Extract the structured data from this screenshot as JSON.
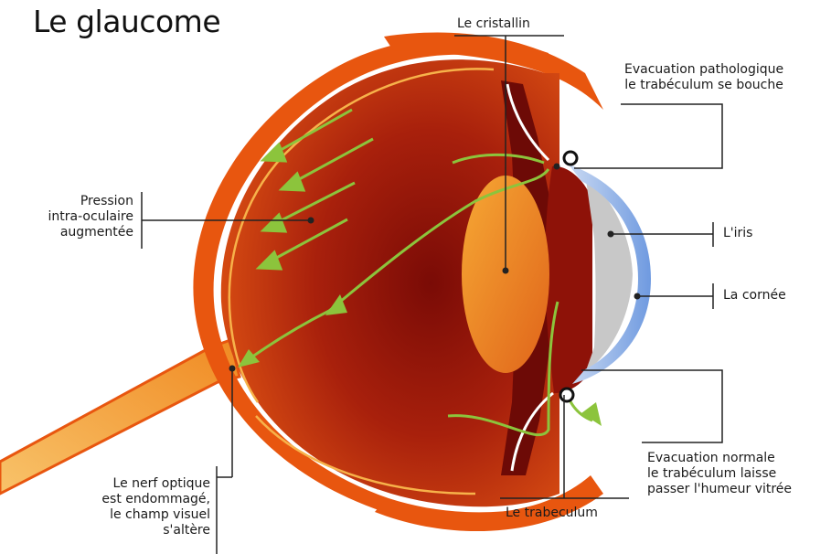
{
  "title": "Le glaucome",
  "labels": {
    "cristallin": "Le cristallin",
    "evac_patho": [
      "Evacuation pathologique",
      "le trabéculum se bouche"
    ],
    "pression": [
      "Pression",
      "intra-oculaire",
      "augmentée"
    ],
    "iris": "L'iris",
    "cornee": "La cornée",
    "evac_normale": [
      "Evacuation normale",
      "le trabéculum laisse",
      "passer l'humeur vitrée"
    ],
    "trabeculum": "Le trabeculum",
    "nerf": [
      "Le nerf optique",
      "est endommagé,",
      "le champ visuel",
      "s'altère"
    ]
  },
  "colors": {
    "sclera": "#e8560f",
    "eye_inner": "#b01e0c",
    "eye_dark": "#6d0a06",
    "lens": "#f08a1c",
    "nerve": "#f5a030",
    "cornea": "#8fb4e6",
    "iris_gray": "#c8c8c8",
    "arrow": "#8cc43c",
    "leader": "#222222"
  }
}
